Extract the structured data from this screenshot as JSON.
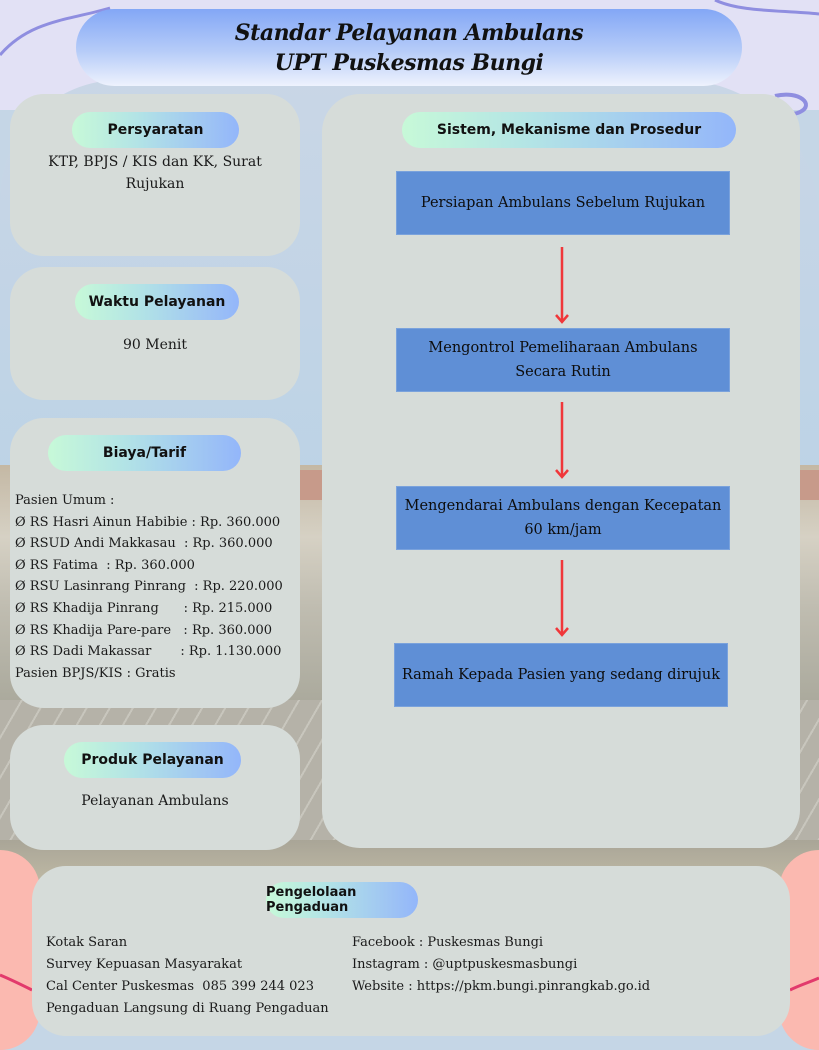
{
  "header": {
    "title_line1": "Standar Pelayanan Ambulans",
    "title_line2": "UPT Puskesmas Bungi"
  },
  "persyaratan": {
    "heading": "Persyaratan",
    "text": "KTP, BPJS / KIS dan KK, Surat Rujukan"
  },
  "waktu": {
    "heading": "Waktu Pelayanan",
    "text": "90 Menit"
  },
  "biaya": {
    "heading": "Biaya/Tarif",
    "lines": [
      "Pasien Umum :",
      "Ø RS Hasri Ainun Habibie : Rp. 360.000",
      "Ø RSUD Andi Makkasau  : Rp. 360.000",
      "Ø RS Fatima  : Rp. 360.000",
      "Ø RSU Lasinrang Pinrang  : Rp. 220.000",
      "Ø RS Khadija Pinrang      : Rp. 215.000",
      "Ø RS Khadija Pare-pare   : Rp. 360.000",
      "Ø RS Dadi Makassar       : Rp. 1.130.000",
      "Pasien BPJS/KIS : Gratis"
    ]
  },
  "produk": {
    "heading": "Produk Pelayanan",
    "text": "Pelayanan Ambulans"
  },
  "sistem": {
    "heading": "Sistem, Mekanisme dan Prosedur",
    "steps": [
      "Persiapan Ambulans Sebelum Rujukan",
      "Mengontrol Pemeliharaan Ambulans Secara Rutin",
      "Mengendarai Ambulans dengan Kecepatan 60 km/jam",
      "Ramah Kepada Pasien yang sedang dirujuk"
    ]
  },
  "pengaduan": {
    "heading": "Pengelolaan Pengaduan",
    "left": [
      "Kotak Saran",
      "Survey Kepuasan Masyarakat",
      "Cal Center Puskesmas  085 399 244 023",
      "Pengaduan Langsung di Ruang Pengaduan"
    ],
    "right": [
      "Facebook : Puskesmas Bungi",
      "Instagram : @uptpuskesmasbungi",
      "Website : https://pkm.bungi.pinrangkab.go.id"
    ]
  },
  "colors": {
    "card_bg": "#d6dcd9",
    "flow_box": "#5f8fd6",
    "arrow": "#f0373a",
    "title_gradient_top": "#83a7f6",
    "pill_gradient_start": "#c7f9d8",
    "pill_gradient_end": "#93b6fa"
  }
}
